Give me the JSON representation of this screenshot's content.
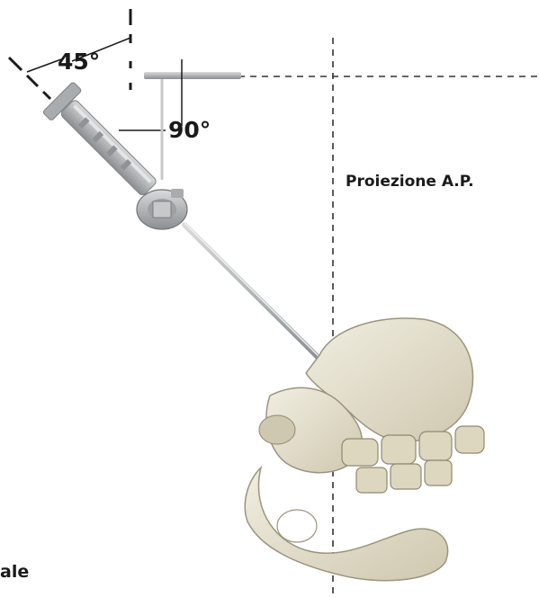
{
  "labels": {
    "angle_45": "45°",
    "angle_90": "90°",
    "projection_ap": "Proiezione A.P.",
    "projection_lateral_partial": "ale"
  },
  "colors": {
    "bone": "#e4dfcc",
    "bone_shadow": "#b9b29a",
    "instrument": "#b5b8ba",
    "instrument_dark": "#7d8184",
    "guide_line": "#1a1a1a",
    "dashed_axis": "#333333"
  }
}
